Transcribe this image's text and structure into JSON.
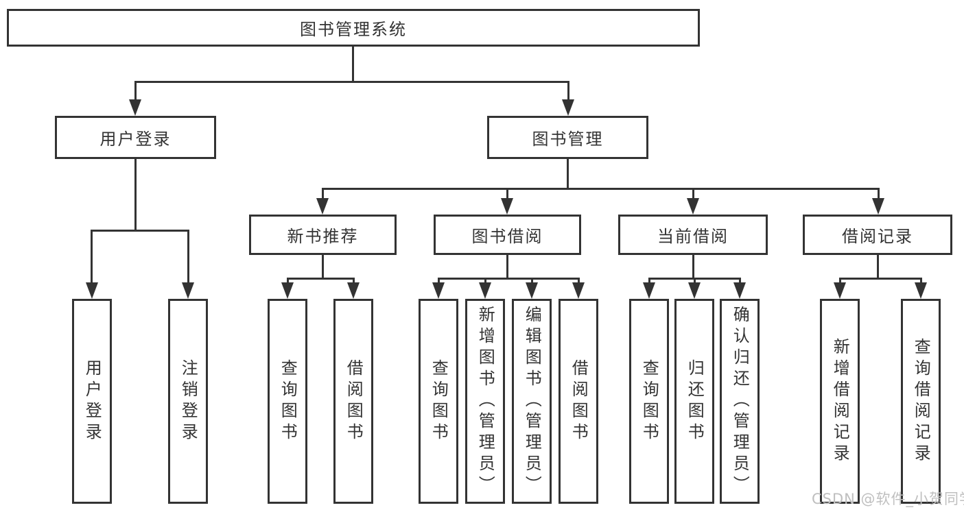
{
  "tree": {
    "root": {
      "label": "图书管理系统"
    },
    "branches": [
      {
        "label": "用户登录",
        "children": [
          {
            "label": "用户登录"
          },
          {
            "label": "注销登录"
          }
        ]
      },
      {
        "label": "图书管理",
        "sections": [
          {
            "label": "新书推荐",
            "children": [
              {
                "label": "查询图书"
              },
              {
                "label": "借阅图书"
              }
            ]
          },
          {
            "label": "图书借阅",
            "children": [
              {
                "label": "查询图书"
              },
              {
                "label": "新增图书（管理员）"
              },
              {
                "label": "编辑图书（管理员）"
              },
              {
                "label": "借阅图书"
              }
            ]
          },
          {
            "label": "当前借阅",
            "children": [
              {
                "label": "查询图书"
              },
              {
                "label": "归还图书"
              },
              {
                "label": "确认归还（管理员）"
              }
            ]
          },
          {
            "label": "借阅记录",
            "children": [
              {
                "label": "新增借阅记录"
              },
              {
                "label": "查询借阅记录"
              }
            ]
          }
        ]
      }
    ]
  },
  "watermark": {
    "text": "CSDN @软件_小贺同学"
  },
  "colors": {
    "line": "#333333",
    "text": "#333333",
    "background": "#ffffff",
    "watermark": "#bfbfbf"
  }
}
